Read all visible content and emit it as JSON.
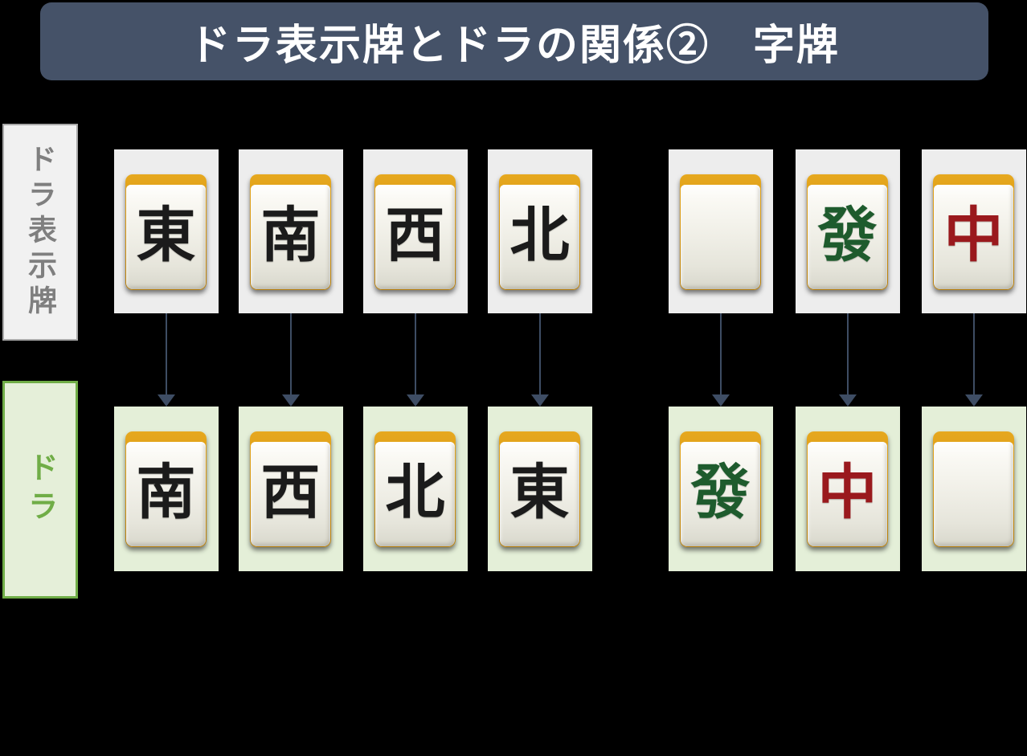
{
  "title": {
    "text": "ドラ表示牌とドラの関係②　字牌"
  },
  "row_labels": {
    "indicator": "ドラ表示牌",
    "dora": "ドラ"
  },
  "colors": {
    "background": "#000000",
    "title_bg": "#455268",
    "title_fg": "#FFFFFF",
    "indicator_label_bg": "#F1F1F1",
    "indicator_label_border": "#A9A9A9",
    "indicator_label_fg": "#7F7F7F",
    "dora_label_bg": "#E5EFD9",
    "dora_label_border": "#70AD47",
    "dora_label_fg": "#70AD47",
    "indicator_card_bg": "#EDEDED",
    "dora_card_bg": "#E4EFD8",
    "arrow": "#3E4D64",
    "tile_cap": "#D4940F",
    "tile_face": "#EFEEE6",
    "wind_glyph": "#1B1B1B",
    "green_dragon_glyph": "#1E5B2D",
    "red_dragon_glyph": "#9A191D"
  },
  "columns": [
    {
      "top": {
        "name": "east-wind",
        "glyph": "東",
        "color": "#1B1B1B"
      },
      "bottom": {
        "name": "south-wind",
        "glyph": "南",
        "color": "#1B1B1B"
      }
    },
    {
      "top": {
        "name": "south-wind",
        "glyph": "南",
        "color": "#1B1B1B"
      },
      "bottom": {
        "name": "west-wind",
        "glyph": "西",
        "color": "#1B1B1B"
      }
    },
    {
      "top": {
        "name": "west-wind",
        "glyph": "西",
        "color": "#1B1B1B"
      },
      "bottom": {
        "name": "north-wind",
        "glyph": "北",
        "color": "#1B1B1B"
      }
    },
    {
      "top": {
        "name": "north-wind",
        "glyph": "北",
        "color": "#1B1B1B"
      },
      "bottom": {
        "name": "east-wind",
        "glyph": "東",
        "color": "#1B1B1B"
      }
    },
    {
      "top": {
        "name": "white-dragon",
        "glyph": "",
        "color": "#1B1B1B"
      },
      "bottom": {
        "name": "green-dragon",
        "glyph": "發",
        "color": "#1E5B2D"
      }
    },
    {
      "top": {
        "name": "green-dragon",
        "glyph": "發",
        "color": "#1E5B2D"
      },
      "bottom": {
        "name": "red-dragon",
        "glyph": "中",
        "color": "#9A191D"
      }
    },
    {
      "top": {
        "name": "red-dragon",
        "glyph": "中",
        "color": "#9A191D"
      },
      "bottom": {
        "name": "white-dragon",
        "glyph": "",
        "color": "#1B1B1B"
      }
    }
  ]
}
